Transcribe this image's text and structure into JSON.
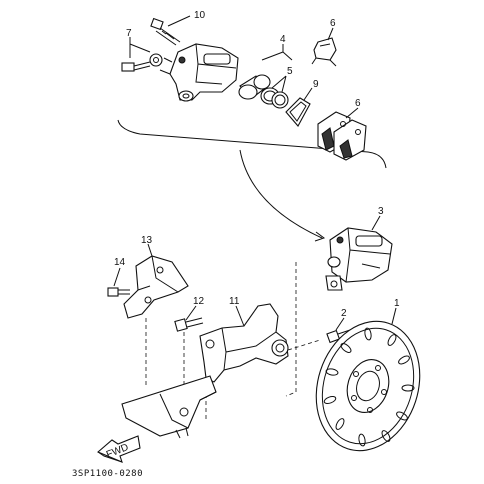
{
  "callouts": {
    "c10": "10",
    "c7": "7",
    "c4": "4",
    "c6a": "6",
    "c5": "5",
    "c9": "9",
    "c6b": "6",
    "c3": "3",
    "c13": "13",
    "c14": "14",
    "c12": "12",
    "c11": "11",
    "c2": "2",
    "c1": "1"
  },
  "fwd_label": "FWD",
  "drawing_code": "3SP1100-0280"
}
